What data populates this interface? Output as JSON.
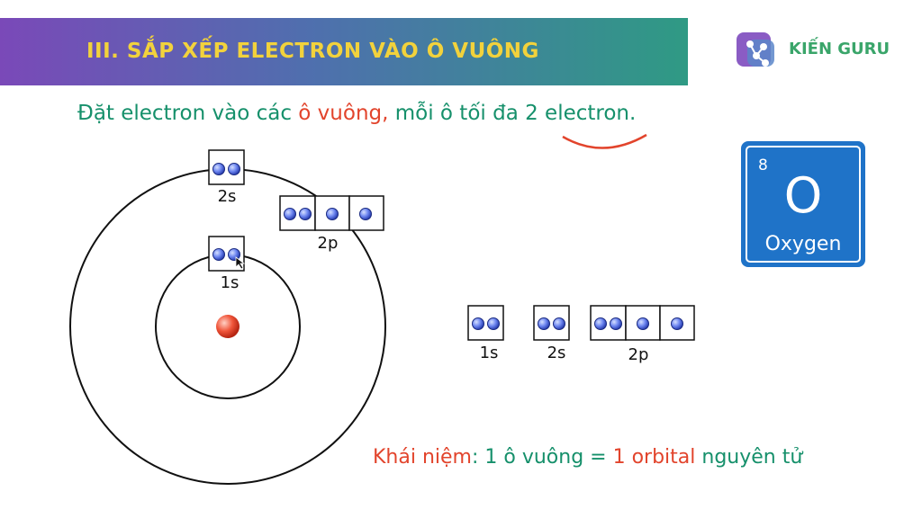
{
  "header": {
    "title": "III. SẮP XẾP ELECTRON VÀO Ô VUÔNG"
  },
  "brand": {
    "name": "KIẾN GURU"
  },
  "intro": {
    "part1": "Đặt electron vào các ",
    "part2": "ô vuông,",
    "part3": " mỗi ô tối đa ",
    "part4": "2 electron",
    "part5": "."
  },
  "atom_labels": {
    "s1": "1s",
    "s2": "2s",
    "p2": "2p"
  },
  "config_labels": {
    "s1": "1s",
    "s2": "2s",
    "p2": "2p"
  },
  "element": {
    "number": "8",
    "symbol": "O",
    "name": "Oxygen"
  },
  "concept": {
    "part1": "Khái niệm",
    "part2": ": 1 ô vuông = ",
    "part3": "1 orbital",
    "part4": " nguyên tử"
  },
  "colors": {
    "accent_red": "#e2442c",
    "accent_green": "#16906b",
    "banner_text": "#f2d23c",
    "element_blue": "#1f73c8"
  }
}
